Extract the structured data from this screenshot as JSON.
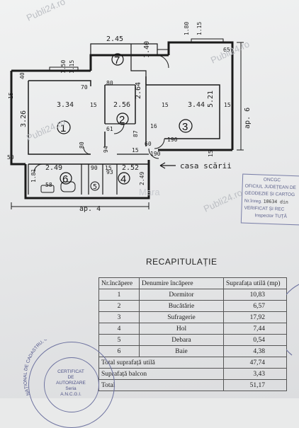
{
  "plan": {
    "dims": {
      "top_245": "2.45",
      "top_180": "1.80",
      "top_115b": "1.15",
      "left_150": "1.50",
      "left_115": "1.15",
      "d_40": "40",
      "d_70": "70",
      "d_80": "80",
      "d_140": "1.40",
      "d_65": "65",
      "d_521": "5.21",
      "d_334": "3.34",
      "d_15a": "15",
      "d_256": "2.56",
      "d_15b": "15",
      "d_344": "3.44",
      "d_15c": "15",
      "d_326": "3.26",
      "d_264": "2.64",
      "d_61": "61",
      "d_16": "16",
      "d_87": "87",
      "d_60": "60",
      "d_94": "94",
      "d_190a": "190",
      "d_190b": "190",
      "d_249": "2.49",
      "d_90": "90",
      "d_15d": "15",
      "d_252": "2.52",
      "d_249b": "2.49",
      "d_181": "1.81",
      "d_58": "58",
      "d_50": "50",
      "d_93": "93",
      "d_80b": "80",
      "d_15e": "15",
      "d_15f": "15",
      "d_15g": "15",
      "ap4": "ap. 4",
      "ap6": "ap. 6"
    },
    "rooms": [
      "1",
      "2",
      "3",
      "4",
      "5",
      "6",
      "7"
    ],
    "casa_scarii": "casa scării",
    "watermark_center": "Mara",
    "watermarks": [
      "Publi24.ro",
      "Publi24.ro",
      "Publi24.ro",
      "Publi24.ro"
    ]
  },
  "stamp": {
    "line1": "ONCGC",
    "line2": "OFICIUL JUDEȚEAN DE",
    "line3": "GEODEZIE ȘI CARTOG",
    "line4_label": "Nr.înreg.",
    "line4_value": "10634 din",
    "line5": "VERIFICAT ȘI REC",
    "line6": "Inspector TUȚĂ"
  },
  "recap": {
    "title": "RECAPITULAȚIE",
    "headers": [
      "Nr.încăpere",
      "Denumire încăpere",
      "Suprafața utilă (mp)"
    ],
    "rows": [
      {
        "nr": "1",
        "name": "Dormitor",
        "area": "10,83"
      },
      {
        "nr": "2",
        "name": "Bucătărie",
        "area": "6,57"
      },
      {
        "nr": "3",
        "name": "Sufragerie",
        "area": "17,92"
      },
      {
        "nr": "4",
        "name": "Hol",
        "area": "7,44"
      },
      {
        "nr": "5",
        "name": "Debara",
        "area": "0,54"
      },
      {
        "nr": "6",
        "name": "Baie",
        "area": "4,38"
      }
    ],
    "total_label": "Total suprafață utilă",
    "total_value": "47,74",
    "balcon_label": "Suprafață balcon",
    "balcon_value": "3,43",
    "total2_label": "Total",
    "total2_value": "51,17"
  },
  "cert": {
    "ring": "NAȚIONAL DE CADASTRU, GEODEZIE ȘI CART",
    "l1": "CERTIFICAT",
    "l2": "DE",
    "l3": "AUTORIZARE",
    "l4": "Seria",
    "l5": "A.N.C.G.I."
  }
}
